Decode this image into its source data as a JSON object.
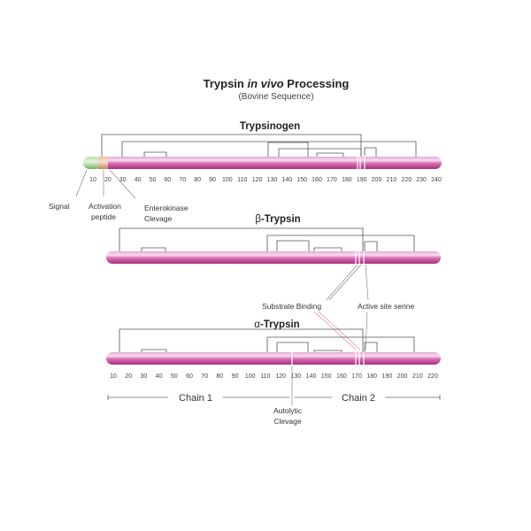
{
  "title": {
    "prefix": "Trypsin ",
    "italic": "in vivo",
    "suffix": " Processing",
    "subtitle": "(Bovine Sequence)"
  },
  "sections": [
    {
      "id": "trypsinogen",
      "title": "Trypsinogen",
      "ticks": [
        "10",
        "20",
        "30",
        "40",
        "50",
        "60",
        "70",
        "80",
        "90",
        "100",
        "110",
        "120",
        "130",
        "140",
        "150",
        "160",
        "170",
        "180",
        "190",
        "200",
        "210",
        "220",
        "230",
        "240"
      ]
    },
    {
      "id": "beta-trypsin",
      "title_symbol": "β",
      "title": "-Trypsin"
    },
    {
      "id": "alpha-trypsin",
      "title_symbol": "α",
      "title": "-Trypsin",
      "ticks": [
        "10",
        "20",
        "30",
        "40",
        "50",
        "60",
        "70",
        "80",
        "90",
        "100",
        "110",
        "120",
        "130",
        "140",
        "150",
        "160",
        "170",
        "180",
        "190",
        "200",
        "210",
        "220"
      ]
    }
  ],
  "labels": {
    "signal": "Signal",
    "activation_line1": "Activation",
    "activation_line2": "peptide",
    "enterokinase_line1": "Enterokinase",
    "enterokinase_line2": "Clevage",
    "substrate_binding": "Substrate Binding",
    "active_site": "Active site serine",
    "autolytic_line1": "Autolytic",
    "autolytic_line2": "Clevage",
    "chain1": "Chain 1",
    "chain2": "Chain 2"
  },
  "colors": {
    "bar_dark": "#c04a9a",
    "bar_light": "#f2c8e3",
    "signal": "#8cc87a",
    "activation": "#d7a27a"
  }
}
